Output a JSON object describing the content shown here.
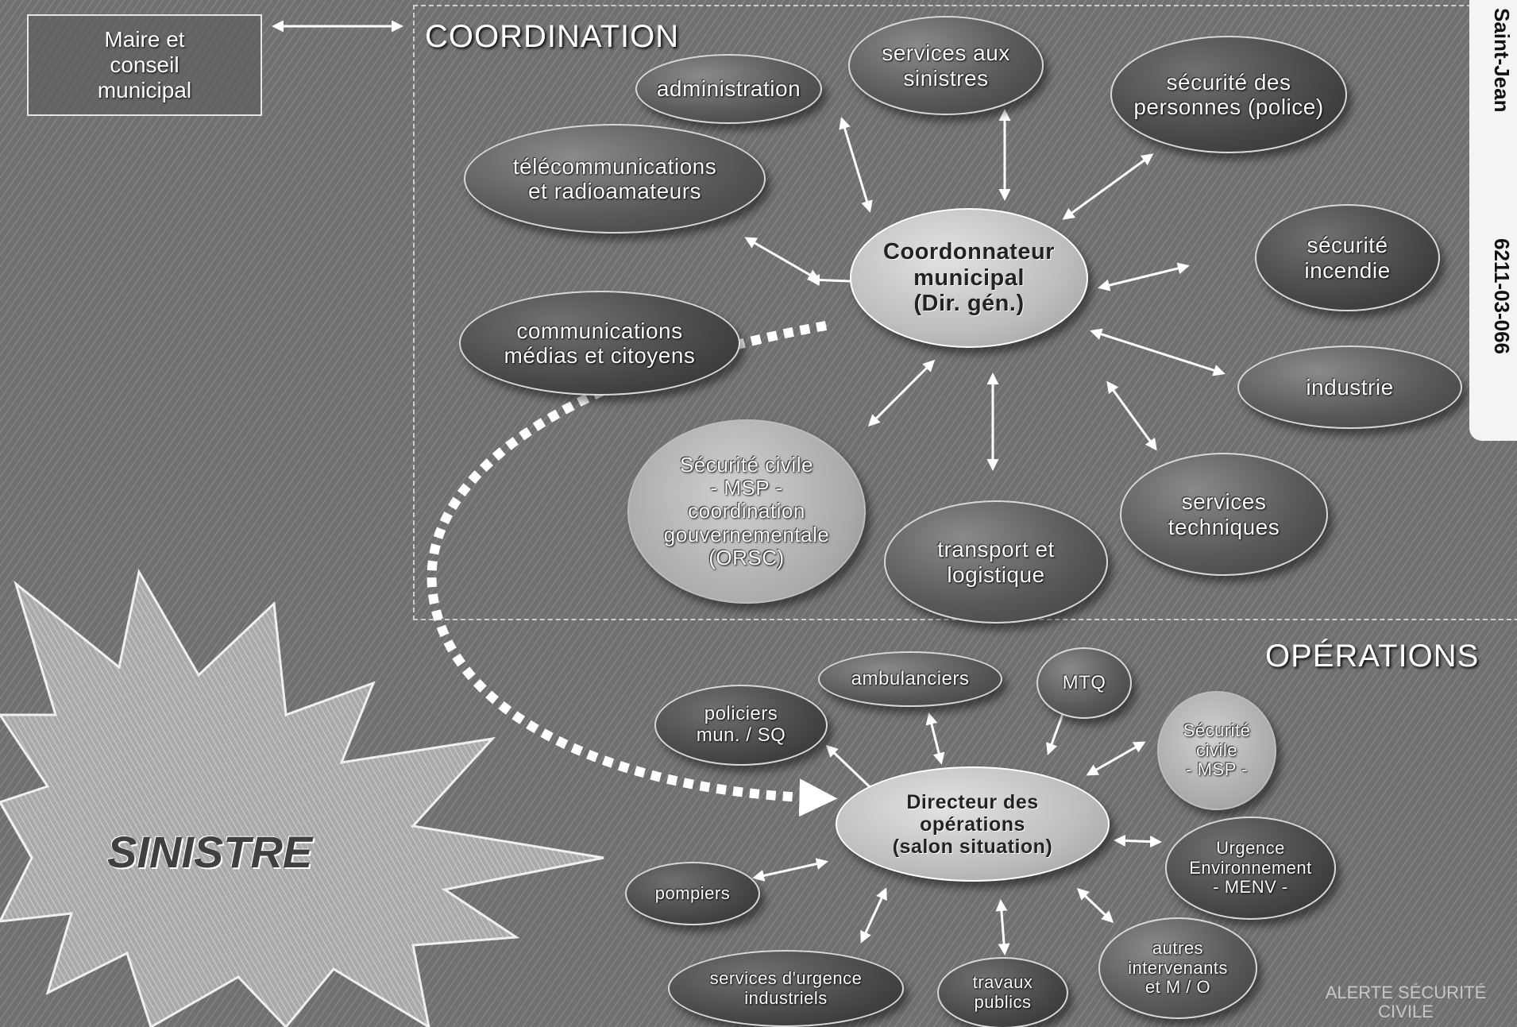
{
  "mayor_box": {
    "label": "Maire et\nconseil\nmunicipal"
  },
  "side_tab": {
    "city": "Saint-Jean",
    "code": "6211-03-066"
  },
  "coordination": {
    "title": "COORDINATION",
    "center": {
      "label": "Coordonnateur\nmunicipal\n(Dir. gén.)"
    },
    "nodes": [
      {
        "id": "admin",
        "label": "administration"
      },
      {
        "id": "sinistres",
        "label": "services aux\nsinistres"
      },
      {
        "id": "police",
        "label": "sécurité des\npersonnes (police)"
      },
      {
        "id": "telecom",
        "label": "télécommunications\net radioamateurs"
      },
      {
        "id": "incendie",
        "label": "sécurité\nincendie"
      },
      {
        "id": "comms",
        "label": "communications\nmédias et citoyens"
      },
      {
        "id": "industrie",
        "label": "industrie"
      },
      {
        "id": "techniques",
        "label": "services\ntechniques"
      },
      {
        "id": "transport",
        "label": "transport et\nlogistique"
      },
      {
        "id": "msp_gov",
        "label": "Sécurité civile\n- MSP -\ncoordination\ngouvernementale\n(ORSC)"
      }
    ]
  },
  "operations": {
    "title": "OPÉRATIONS",
    "center": {
      "label": "Directeur des\nopérations\n(salon situation)"
    },
    "nodes": [
      {
        "id": "ambulanciers",
        "label": "ambulanciers"
      },
      {
        "id": "mtq",
        "label": "MTQ"
      },
      {
        "id": "policiers",
        "label": "policiers\nmun. / SQ"
      },
      {
        "id": "secu_civile",
        "label": "Sécurité\ncivile\n- MSP -"
      },
      {
        "id": "menv",
        "label": "Urgence\nEnvironnement\n- MENV -"
      },
      {
        "id": "pompiers",
        "label": "pompiers"
      },
      {
        "id": "autres",
        "label": "autres\nintervenants\net M / O"
      },
      {
        "id": "travaux",
        "label": "travaux\npublics"
      },
      {
        "id": "urgence_ind",
        "label": "services d'urgence\nindustriels"
      }
    ]
  },
  "sinistre": {
    "label": "SINISTRE"
  },
  "footer": {
    "label": "ALERTE SÉCURITÉ\nCIVILE"
  }
}
